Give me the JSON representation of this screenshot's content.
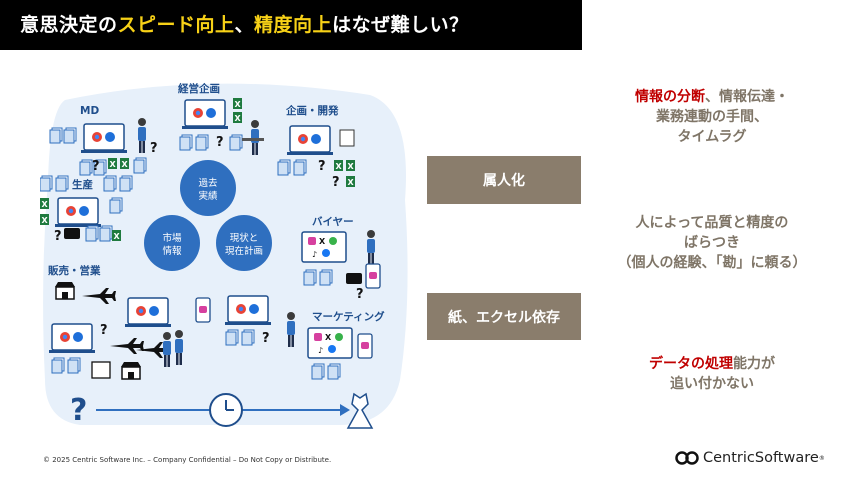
{
  "slide": {
    "title_part1": "意思決定の",
    "title_highlight1": "スピード向上",
    "title_part2": "、",
    "title_highlight2": "精度向上",
    "title_part3": "はなぜ難しい？"
  },
  "illustration": {
    "departments": {
      "md": "MD",
      "planning": "経営企画",
      "development": "企画・開発",
      "production": "生産",
      "buyer": "バイヤー",
      "sales": "販売・営業",
      "marketing": "マーケティング"
    },
    "circles": {
      "past": [
        "過去",
        "実績"
      ],
      "market": [
        "市場",
        "情報"
      ],
      "current": [
        "現状と",
        "現在計画"
      ]
    },
    "question_mark": "?",
    "big_question_mark": "?",
    "colors": {
      "brand_blue": "#1f4e8c",
      "circle_blue": "#2f6fbf",
      "light_blue": "#e7f0fa"
    }
  },
  "boxes": {
    "zokujinka": "属人化",
    "paper_excel": "紙、エクセル依存"
  },
  "notes": {
    "n1_red": "情報の分断",
    "n1_rest": "、情報伝達・",
    "n1_line2": "業務連動の手間、",
    "n1_line3": "タイムラグ",
    "n2_line1": "人によって品質と精度の",
    "n2_line2": "ばらつき",
    "n2_line3": "（個人の経験、「勘」に頼る）",
    "n3_red": "データの処理",
    "n3_rest": "能力が",
    "n3_line2": "追い付かない",
    "colors": {
      "red": "#c00000",
      "gray": "#7f7567",
      "box": "#8a7d6c"
    }
  },
  "footer": {
    "copyright": "© 2025 Centric Software Inc. – Company Confidential – Do Not Copy or Distribute."
  },
  "logo": {
    "text": "CentricSoftware",
    "tm": "®"
  }
}
